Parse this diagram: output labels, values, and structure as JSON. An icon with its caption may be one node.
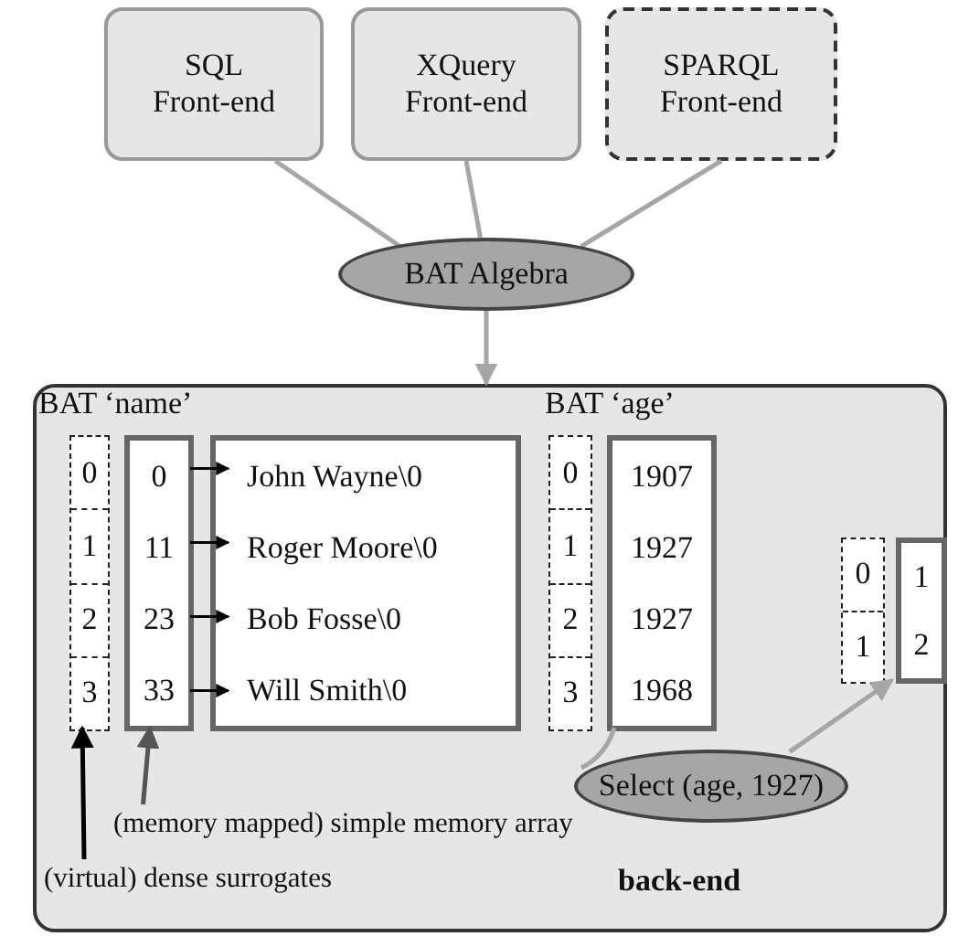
{
  "diagram": {
    "nodes": [
      {
        "text": [
          "SQL Front-end"
        ]
      },
      {
        "text": [
          "XQuery Front-end"
        ]
      },
      {
        "text": [
          "SPARQL Front-end"
        ]
      },
      {
        "text": [
          "BAT Algebra"
        ]
      },
      {
        "text": [
          "back-end"
        ]
      },
      {
        "text": [
          "0",
          "1",
          "2",
          "3"
        ],
        "in": 4
      },
      {
        "text": [
          "0",
          "11",
          "23",
          "33"
        ],
        "in": 4
      },
      {
        "text": [
          "John Wayne\\0",
          "Roger Moore\\0",
          "Bob Fosse\\0",
          "Will Smith\\0"
        ],
        "in": 4
      },
      {
        "text": [
          "0",
          "1",
          "2",
          "3"
        ],
        "in": 4
      },
      {
        "text": [
          "1907",
          "1927",
          "1927",
          "1968"
        ],
        "in": 4
      },
      {
        "text": [
          "0",
          "1"
        ],
        "in": 4
      },
      {
        "text": [
          "1",
          "2"
        ],
        "in": 4
      },
      {
        "text": [
          "Select (age, 1927)"
        ],
        "in": 4
      },
      {
        "text": [
          "(memory mapped) simple memory array"
        ],
        "in": 4
      },
      {
        "text": [
          "(virtual) dense surrogates"
        ],
        "in": 4
      }
    ],
    "edges": [
      {
        "from": 0,
        "to": 3,
        "arrow": "none"
      },
      {
        "from": 1,
        "to": 3,
        "arrow": "none"
      },
      {
        "from": 2,
        "to": 3,
        "arrow": "none"
      },
      {
        "from": 3,
        "to": 4,
        "arrow": "to"
      },
      {
        "from": 6,
        "to": 7,
        "arrow": "to",
        "color": "#000000"
      },
      {
        "from": 6,
        "to": 7,
        "arrow": "to",
        "color": "#000000"
      },
      {
        "from": 6,
        "to": 7,
        "arrow": "to",
        "color": "#000000"
      },
      {
        "from": 6,
        "to": 7,
        "arrow": "to",
        "color": "#000000"
      },
      {
        "from": 9,
        "to": 12,
        "arrow": "none"
      },
      {
        "from": 12,
        "to": 11,
        "arrow": "to"
      },
      {
        "from": 13,
        "to": 6,
        "arrow": "to",
        "color": "#555555"
      },
      {
        "from": 14,
        "to": 5,
        "arrow": "to",
        "color": "#000000"
      }
    ],
    "labels": [
      "BAT ‘name’",
      "BAT ‘age’"
    ]
  }
}
